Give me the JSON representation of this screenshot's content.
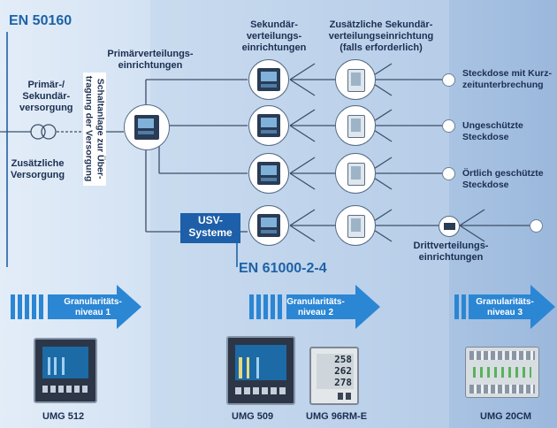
{
  "standards": {
    "en50160": "EN 50160",
    "en61000": "EN 61000-2-4"
  },
  "supply": {
    "primary_secondary": [
      "Primär-/",
      "Sekundär-",
      "versorgung"
    ],
    "additional": [
      "Zusätzliche",
      "Versorgung"
    ]
  },
  "switchgear": [
    "Schaltanlage zur Über-",
    "tragung der Versorgung"
  ],
  "headings": {
    "primary": [
      "Primärverteilungs-",
      "einrichtungen"
    ],
    "secondary": [
      "Sekundär-",
      "verteilungs-",
      "einrichtungen"
    ],
    "additional_secondary": [
      "Zusätzliche Sekundär-",
      "verteilungseinrichtung",
      "(falls erforderlich)"
    ],
    "tertiary": [
      "Drittverteilungs-",
      "einrichtungen"
    ]
  },
  "ups": [
    "USV-",
    "Systeme"
  ],
  "outlets": [
    [
      "Steckdose mit Kurz-",
      "zeitunterbrechung"
    ],
    [
      "Ungeschützte",
      "Steckdose"
    ],
    [
      "Örtlich geschützte",
      "Steckdose"
    ]
  ],
  "granularity": [
    [
      "Granularitäts-",
      "niveau 1"
    ],
    [
      "Granularitäts-",
      "niveau 2"
    ],
    [
      "Granularitäts-",
      "niveau 3"
    ]
  ],
  "devices": {
    "umg512": "UMG 512",
    "umg509": "UMG 509",
    "umg96": "UMG 96RM-E",
    "umg20": "UMG 20CM",
    "umg96_display": [
      "258",
      "262",
      "278"
    ]
  },
  "colors": {
    "band_left": "#dce8f5",
    "band_mid": "#bfd4ec",
    "band_right": "#a3bfe0",
    "accent": "#1e62a6",
    "arrow": "#2b86d4"
  }
}
